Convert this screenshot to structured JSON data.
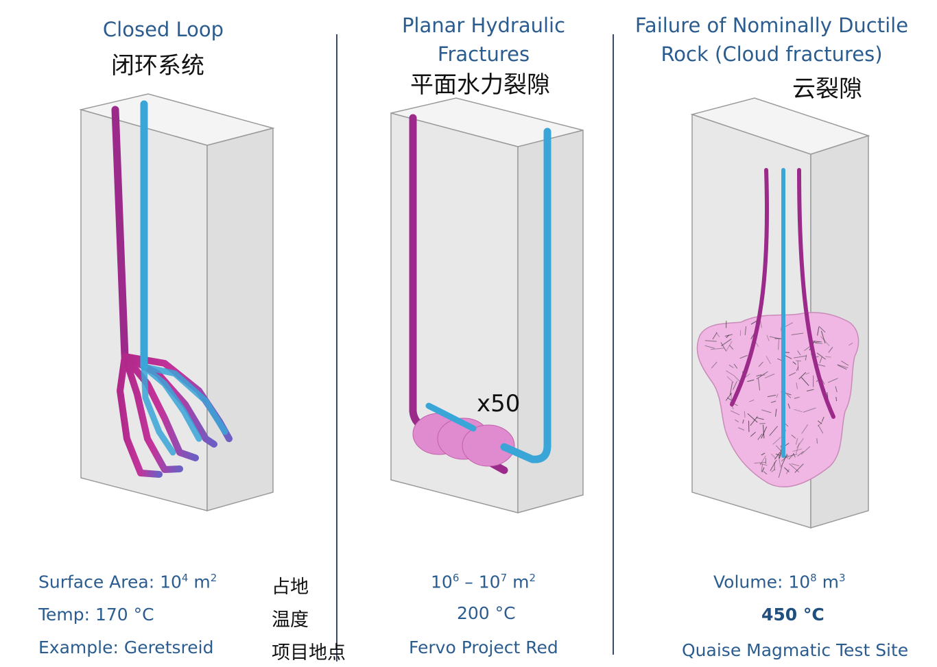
{
  "panels": [
    {
      "title_lines": [
        "Closed Loop"
      ],
      "title_cn": "闭环系统",
      "stats": [
        {
          "label": "Surface Area: 10",
          "sup": "4",
          "unit": " m",
          "unit_sup": "2"
        },
        {
          "label": "Temp: 170 °C"
        },
        {
          "label": "Example: Geretsreid"
        }
      ],
      "stats_cn": [
        "占地",
        "温度",
        "项目地点"
      ]
    },
    {
      "title_lines": [
        "Planar Hydraulic",
        "Fractures"
      ],
      "title_cn": "平面水力裂隙",
      "multiplier": "x50",
      "stats": [
        {
          "base1": "10",
          "sup1": "6",
          "mid": " – 10",
          "sup2": "7",
          "unit": " m",
          "unit_sup": "2"
        },
        {
          "label": "200 °C"
        },
        {
          "label": "Fervo Project Red"
        }
      ]
    },
    {
      "title_lines": [
        "Failure of Nominally Ductile",
        "Rock (Cloud fractures)"
      ],
      "title_cn": "云裂隙",
      "stats": [
        {
          "label": "Volume: 10",
          "sup": "8",
          "unit": " m",
          "unit_sup": "3"
        },
        {
          "label": "450 °C"
        },
        {
          "label": "Quaise Magmatic Test Site"
        }
      ]
    }
  ],
  "colors": {
    "injection_pipe": "#3aa6d8",
    "production_pipe": "#9b2a8a",
    "fracture_fill": "#e08ad0",
    "cloud_fill": "#f0b6e4",
    "rock_front": "#e8e8e8",
    "rock_side": "#dedede",
    "rock_top": "#f4f4f4",
    "title": "#2b5c8f"
  }
}
